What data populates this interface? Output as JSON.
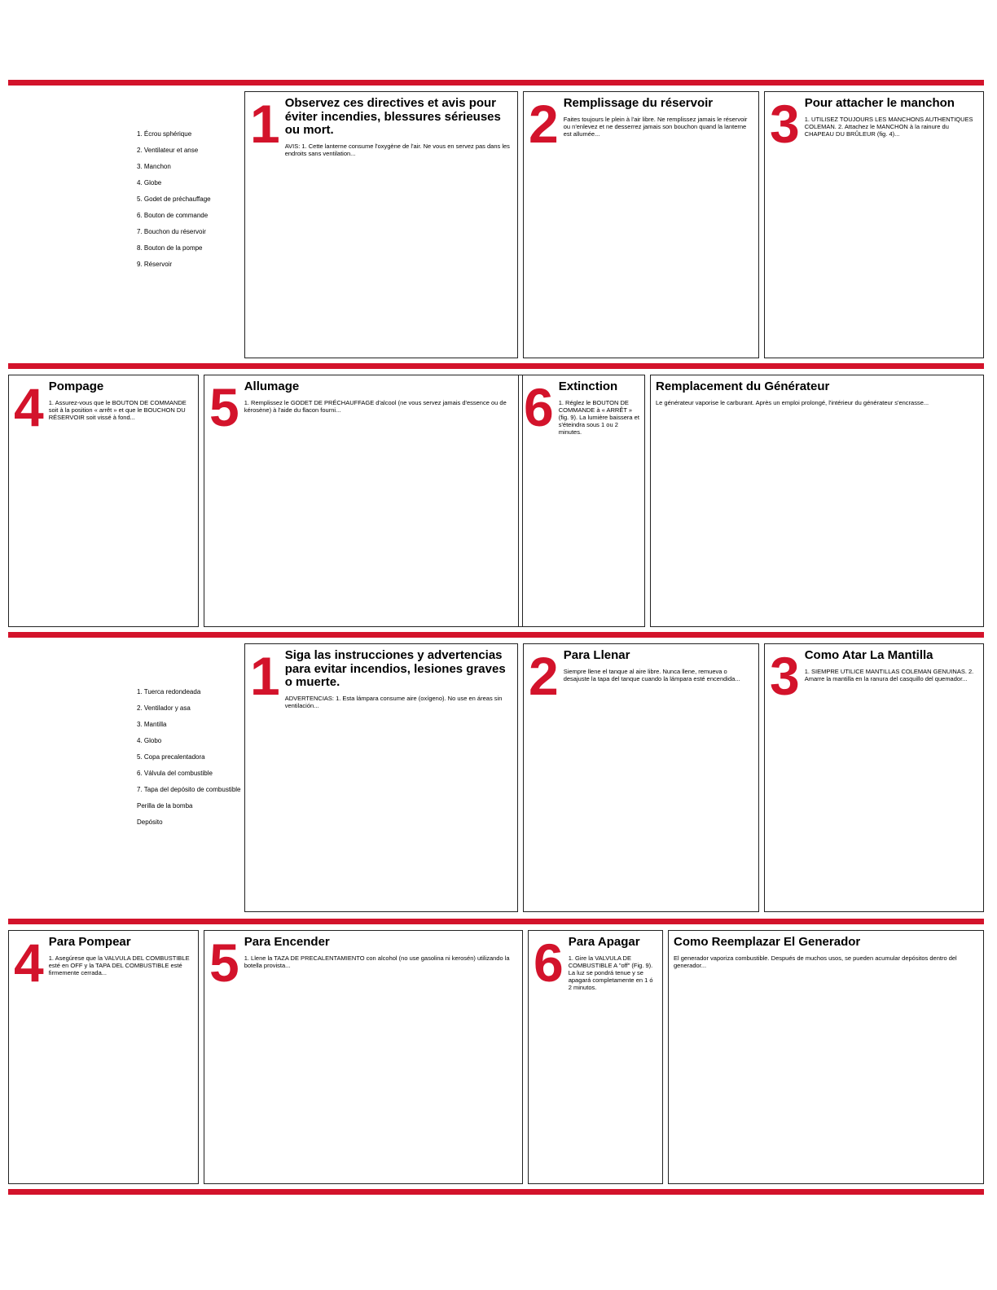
{
  "fr": {
    "parts": [
      "1. Écrou sphérique",
      "2. Ventilateur et anse",
      "3. Manchon",
      "4. Globe",
      "5. Godet de préchauffage",
      "6. Bouton de commande",
      "7. Bouchon du réservoir",
      "8. Bouton de la pompe",
      "9. Réservoir"
    ],
    "p1": {
      "n": "1",
      "t": "Observez ces directives et avis pour éviter incendies, blessures sérieuses ou mort.",
      "b": "AVIS: 1. Cette lanterne consume l'oxygène de l'air. Ne vous en servez pas dans les endroits sans ventilation..."
    },
    "p2": {
      "n": "2",
      "t": "Remplissage du réservoir",
      "b": "Faites toujours le plein à l'air libre. Ne remplissez jamais le réservoir ou n'enlevez et ne desserrez jamais son bouchon quand la lanterne est allumée..."
    },
    "p3": {
      "n": "3",
      "t": "Pour attacher le manchon",
      "b": "1. UTILISEZ TOUJOURS LES MANCHONS AUTHENTIQUES COLEMAN. 2. Attachez le MANCHON à la rainure du CHAPEAU DU BRÛLEUR (fig. 4)..."
    },
    "p4": {
      "n": "4",
      "t": "Pompage",
      "b": "1. Assurez-vous que le BOUTON DE COMMANDE soit à la position « arrêt » et que le BOUCHON DU RÉSERVOIR soit vissé à fond..."
    },
    "p5": {
      "n": "5",
      "t": "Allumage",
      "b": "1. Remplissez le GODET DE PRÉCHAUFFAGE d'alcool (ne vous servez jamais d'essence ou de kérosène) à l'aide du flacon fourni..."
    },
    "p6": {
      "n": "6",
      "t": "Extinction",
      "b": "1. Réglez le BOUTON DE COMMANDE à « ARRÊT » (fig. 9). La lumière baissera et s'éteindra sous 1 ou 2 minutes."
    },
    "p7": {
      "t": "Remplacement du Générateur",
      "b": "Le générateur vaporise le carburant. Après un emploi prolongé, l'intérieur du générateur s'encrasse..."
    }
  },
  "es": {
    "parts": [
      "1. Tuerca redondeada",
      "2. Ventilador y asa",
      "3. Mantilla",
      "4. Globo",
      "5. Copa precalentadora",
      "6. Válvula del combustible",
      "7. Tapa del depósito de combustible",
      "Perilla de la bomba",
      "Depósito"
    ],
    "p1": {
      "n": "1",
      "t": "Siga las instrucciones y advertencias para evitar incendios, lesiones graves o muerte.",
      "b": "ADVERTENCIAS: 1. Esta lámpara consume aire (oxígeno). No use en áreas sin ventilación..."
    },
    "p2": {
      "n": "2",
      "t": "Para Llenar",
      "b": "Siempre llene el tanque al aire libre. Nunca llene, remueva o desajuste la tapa del tanque cuando la lámpara esté encendida..."
    },
    "p3": {
      "n": "3",
      "t": "Como Atar La Mantilla",
      "b": "1. SIEMPRE UTILICE MANTILLAS COLEMAN GENUINAS. 2. Amarre la mantilla en la ranura del casquillo del quemador..."
    },
    "p4": {
      "n": "4",
      "t": "Para Pompear",
      "b": "1. Asegúrese que la VALVULA DEL COMBUSTIBLE esté en OFF y la TAPA DEL COMBUSTIBLE esté firmemente cerrada..."
    },
    "p5": {
      "n": "5",
      "t": "Para Encender",
      "b": "1. Llene la TAZA DE PRECALENTAMIENTO con alcohol (no use gasolina ni kerosén) utilizando la botella provista..."
    },
    "p6": {
      "n": "6",
      "t": "Para Apagar",
      "b": "1. Gire la VALVULA DE COMBUSTIBLE A \"off\" (Fig. 9). La luz se pondrá tenue y se apagará completamente en 1 ó 2 minutos."
    },
    "p7": {
      "t": "Como Reemplazar El Generador",
      "b": "El generador vaporiza combustible. Después de muchos usos, se pueden acumular depósitos dentro del generador..."
    }
  }
}
